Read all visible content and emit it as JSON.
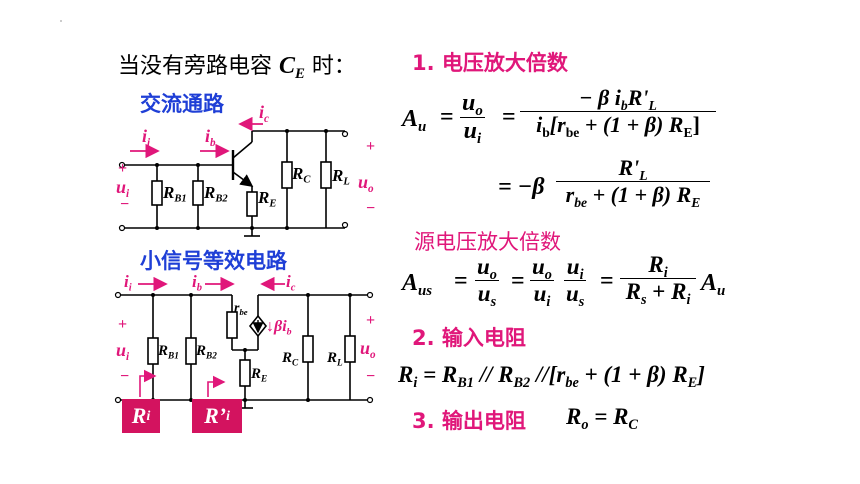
{
  "header": {
    "prefix": "当没有旁路电容 ",
    "cap_symbol": "C",
    "cap_sub": "E",
    "suffix": " 时："
  },
  "left": {
    "ac_title": "交流通路",
    "small_signal_title": "小信号等效电路"
  },
  "ac_circuit": {
    "labels": {
      "ii": "i",
      "ii_sub": "i",
      "ib": "i",
      "ib_sub": "b",
      "ic": "i",
      "ic_sub": "c",
      "ui": "u",
      "ui_sub": "i",
      "uo": "u",
      "uo_sub": "o",
      "plus": "+",
      "minus": "−",
      "rb1": "R",
      "rb1_sub": "B1",
      "rb2": "R",
      "rb2_sub": "B2",
      "re": "R",
      "re_sub": "E",
      "rc": "R",
      "rc_sub": "C",
      "rl": "R",
      "rl_sub": "L"
    }
  },
  "ss_circuit": {
    "labels": {
      "rbe": "r",
      "rbe_sub": "be",
      "beta_ib": "↓βi",
      "beta_ib_sub": "b"
    },
    "tags": {
      "ri": "R",
      "ri_sub": "i",
      "ri2": "R’",
      "ri2_sub": "i"
    }
  },
  "sections": {
    "s1": "1. 电压放大倍数",
    "s_source": "源电压放大倍数",
    "s2": "2. 输入电阻",
    "s3": "3. 输出电阻"
  },
  "eq": {
    "Au": "A",
    "Au_sub": "u",
    "eq": "=",
    "uo": "u",
    "uo_sub": "o",
    "ui": "u",
    "ui_sub": "i",
    "num1": "−  β i",
    "num1_sub": "b",
    "num1_tail": "R'",
    "num1_tail_sub": "L",
    "den1_a": "i",
    "den1_a_sub": "b",
    "den1_b": "[r",
    "den1_b_sub": "be",
    "den1_c": " + (1 + β) R",
    "den1_c_sub": "E",
    "den1_d": "]",
    "neg_beta": "= −β",
    "num2": "R'",
    "num2_sub": "L",
    "den2_a": "r",
    "den2_a_sub": "be",
    "den2_b": " + (1 + β) R",
    "den2_b_sub": "E",
    "Aus": "A",
    "Aus_sub": "us",
    "us": "u",
    "us_sub": "s",
    "Ri": "R",
    "Ri_sub": "i",
    "Rs": "R",
    "Rs_sub": "s",
    "plus": " + ",
    "ri_eq_a": "R",
    "ri_eq_a_sub": "i",
    "ri_eq_b": " = R",
    "ri_eq_b_sub": "B1",
    "ri_eq_c": " // R",
    "ri_eq_c_sub": "B2",
    "ri_eq_d": " //[r",
    "ri_eq_d_sub": "be",
    "ri_eq_e": " + (1 + β) R",
    "ri_eq_e_sub": "E",
    "ri_eq_f": "]",
    "ro_a": "R",
    "ro_a_sub": "o",
    "ro_b": " = R",
    "ro_b_sub": "C"
  }
}
